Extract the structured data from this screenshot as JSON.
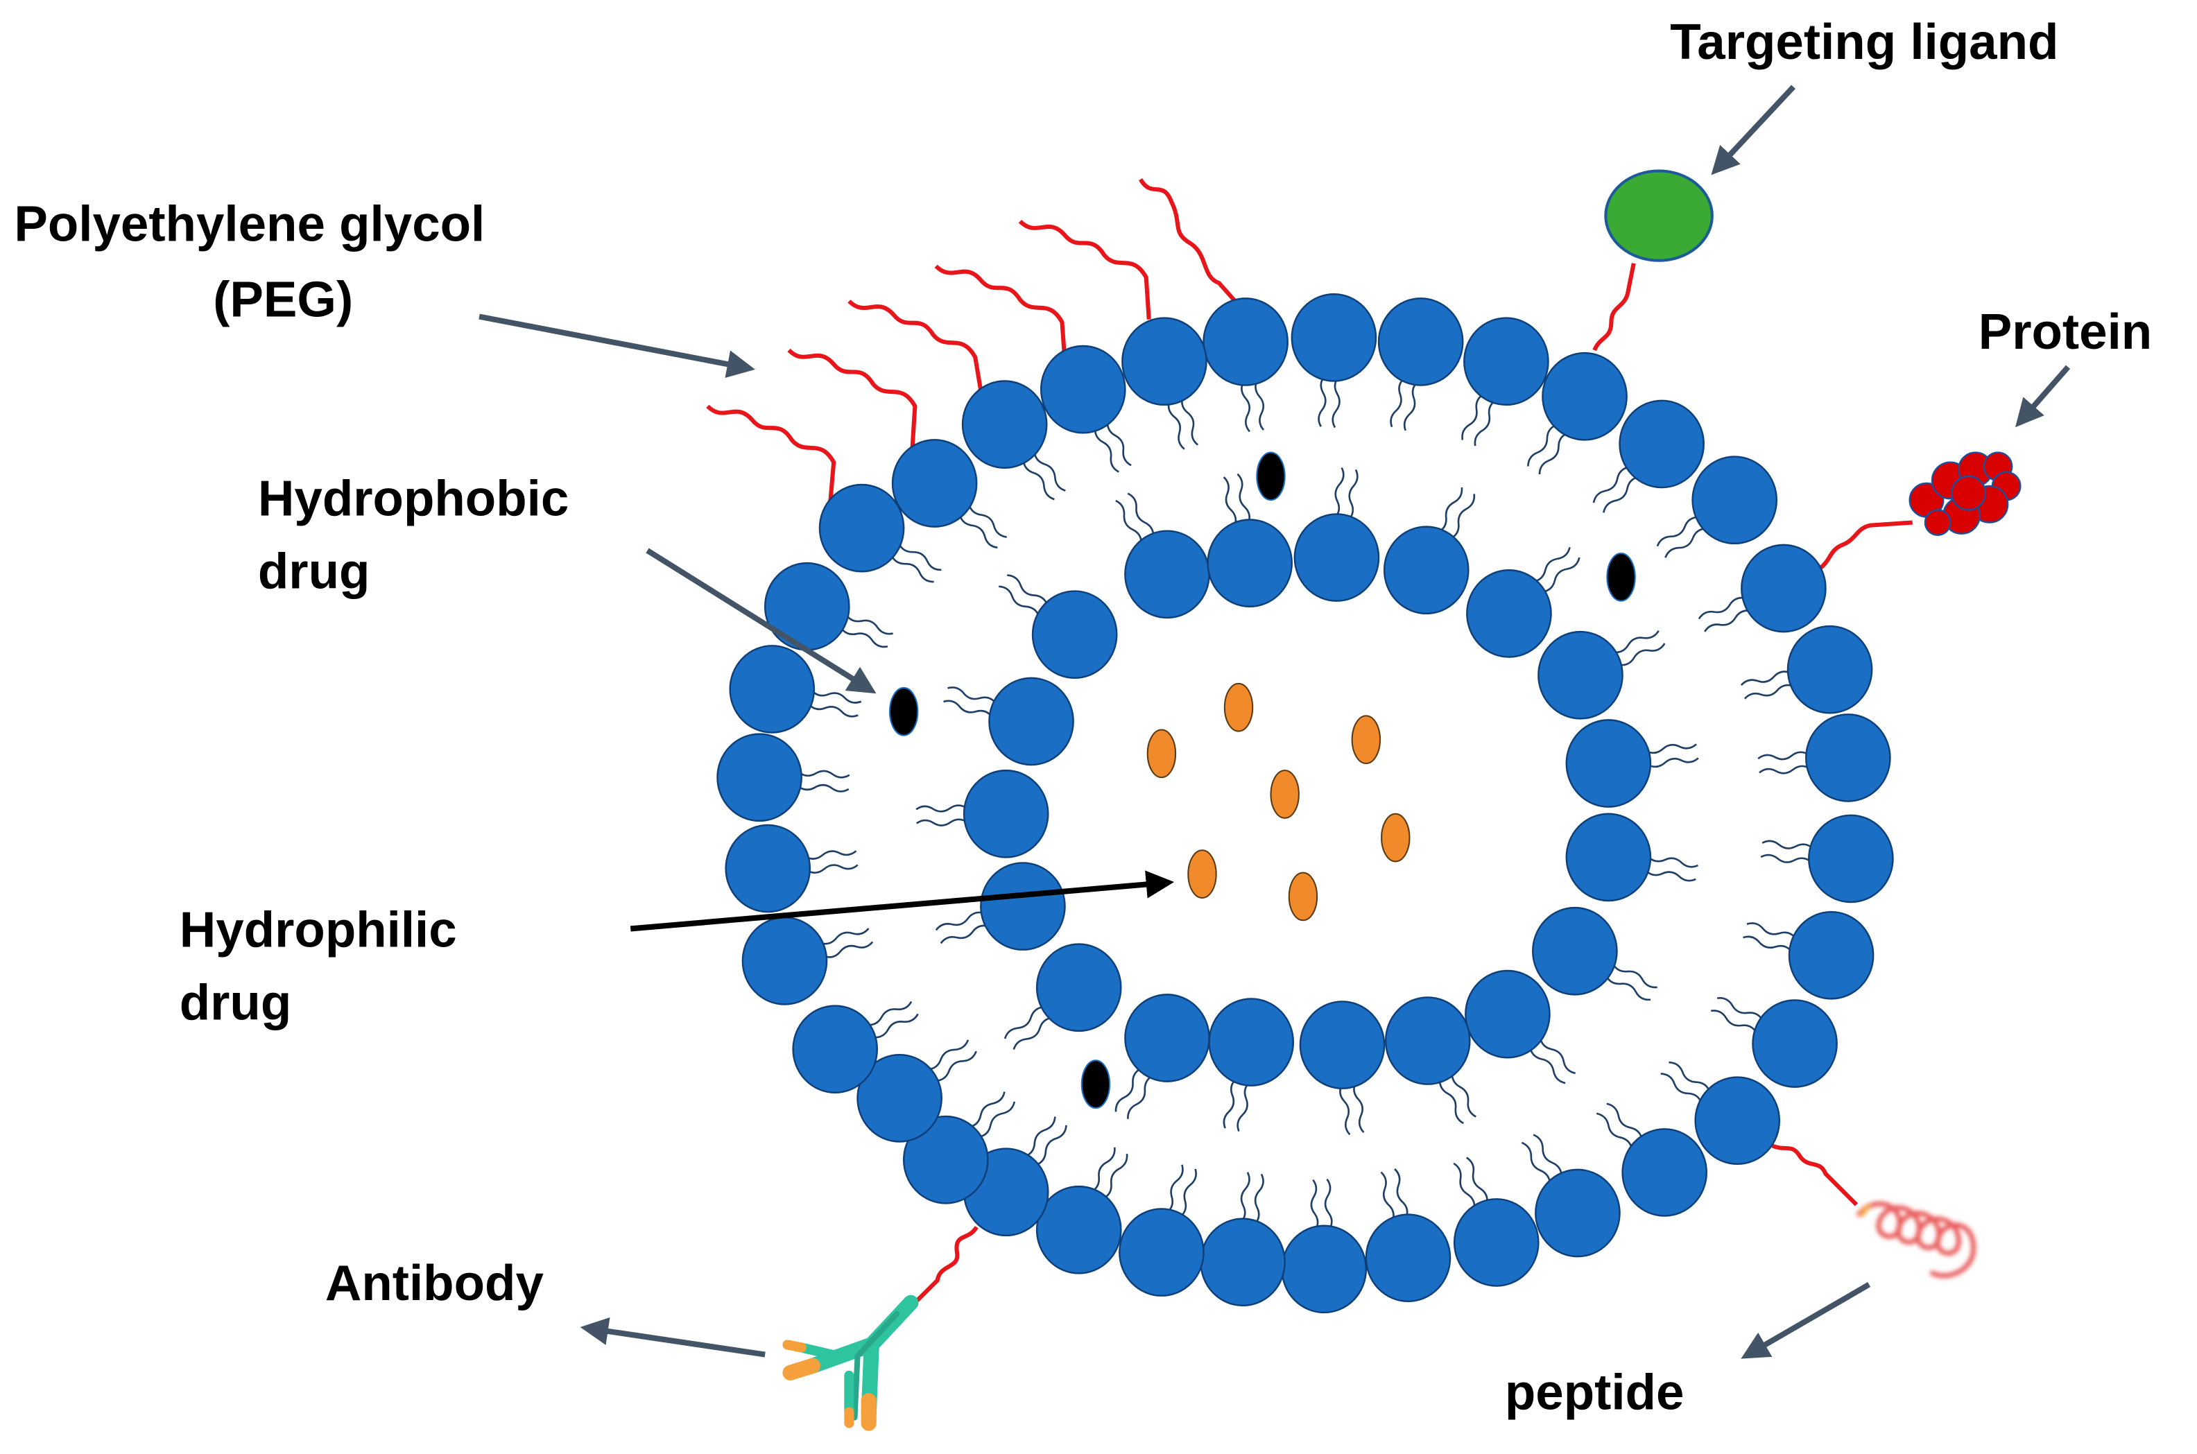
{
  "labels": {
    "peg_line1": "Polyethylene glycol",
    "peg_line2": "(PEG)",
    "hydrophobic_line1": "Hydrophobic",
    "hydrophobic_line2": "drug",
    "hydrophilic_line1": "Hydrophilic",
    "hydrophilic_line2": "drug",
    "targeting_ligand": "Targeting ligand",
    "protein": "Protein",
    "antibody": "Antibody",
    "peptide": "peptide"
  },
  "colors": {
    "lipid_head": "#1a6fc4",
    "lipid_head_stroke": "#0d3f7a",
    "lipid_tail": "#1f3f66",
    "peg": "#e8161b",
    "targeting_ligand": "#3aaa35",
    "protein": "#d90000",
    "hydrophilic_drug": "#f08a2a",
    "hydrophobic_drug": "#000000",
    "arrow": "#435466",
    "antibody_body": "#2ec4a0",
    "antibody_tips": "#f5a03c",
    "peptide": "#e85c5c"
  },
  "icons": {
    "peg_chain": "wavy-line",
    "targeting_ligand": "green-ellipse",
    "protein": "red-cluster",
    "antibody": "y-shape",
    "peptide": "helix-coil"
  }
}
